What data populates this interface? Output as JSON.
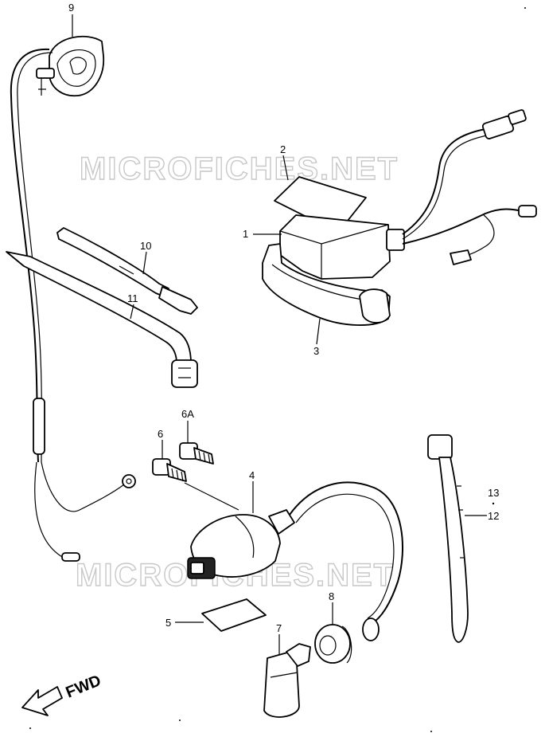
{
  "watermark": "MICROFICHES.NET",
  "direction_label": "FWD",
  "callouts": {
    "p1": "1",
    "p2": "2",
    "p3": "3",
    "p4": "4",
    "p5": "5",
    "p6": "6",
    "p6a": "6A",
    "p7": "7",
    "p8": "8",
    "p9": "9",
    "p10": "10",
    "p11": "11",
    "p12": "12",
    "p13": "13"
  }
}
